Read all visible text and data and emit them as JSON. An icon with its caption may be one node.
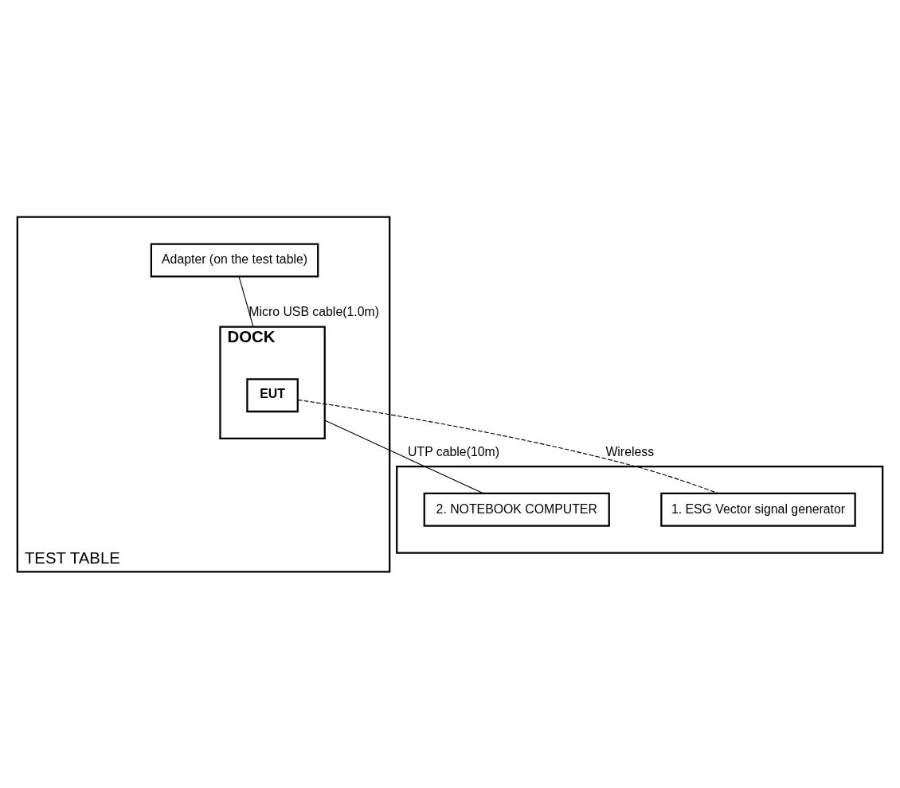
{
  "diagram": {
    "nodes": [
      {
        "text": [
          "TEST TABLE"
        ]
      },
      {
        "text": [
          "Adapter (on the test table)"
        ],
        "in": 0
      },
      {
        "text": [
          "DOCK"
        ],
        "in": 0
      },
      {
        "text": [
          "EUT"
        ],
        "in": 2
      },
      {
        "text": [],
        "shape": "box"
      },
      {
        "text": [
          "2. NOTEBOOK COMPUTER"
        ],
        "in": 4
      },
      {
        "text": [
          "1. ESG Vector signal generator"
        ],
        "in": 4
      }
    ],
    "edges": [
      {
        "from": 1,
        "to": 2,
        "arrow": "none",
        "label": "Micro USB cable(1.0m)"
      },
      {
        "from": 2,
        "to": 5,
        "arrow": "none",
        "label": "UTP cable(10m)"
      },
      {
        "from": 3,
        "to": 6,
        "arrow": "none",
        "style": "dashed",
        "label": "Wireless"
      }
    ]
  }
}
